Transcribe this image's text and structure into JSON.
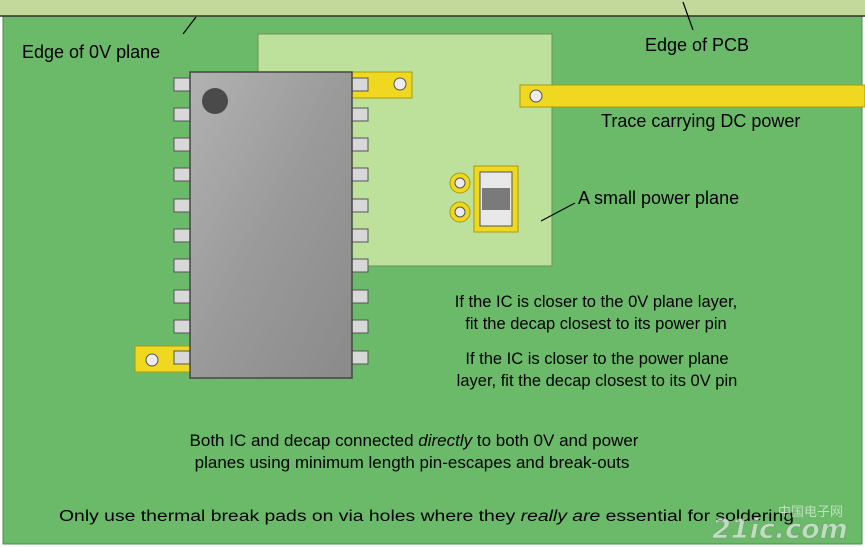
{
  "labels": {
    "edge_0v_plane": "Edge of 0V plane",
    "edge_pcb": "Edge of PCB",
    "trace_dc_power": "Trace carrying DC power",
    "small_power_plane": "A small power plane"
  },
  "notes": {
    "ic_closer_0v_line1": "If the IC is closer to the 0V plane layer,",
    "ic_closer_0v_line2": "fit the decap closest to its power pin",
    "ic_closer_power_line1": "If the IC is closer to the power plane",
    "ic_closer_power_line2": "layer, fit the decap closest to its 0V pin",
    "both_line1_pre": "Both IC and decap connected ",
    "both_line1_em": "directly",
    "both_line1_post": " to both 0V and power",
    "both_line2": "planes using minimum length pin-escapes and break-outs",
    "thermal_pre": "Only use thermal break pads on via holes where they ",
    "thermal_em": "really are",
    "thermal_post": " essential for soldering"
  },
  "watermark": {
    "logo": "21ic.com",
    "cn": "中国电子网"
  },
  "colors": {
    "ground_plane": "#6aba6a",
    "power_plane": "#bde09a",
    "pcb_edge": "#c3d99b",
    "trace": "#f0d820",
    "ic_body": "#9e9e9e",
    "pad": "#d8d8d8"
  }
}
